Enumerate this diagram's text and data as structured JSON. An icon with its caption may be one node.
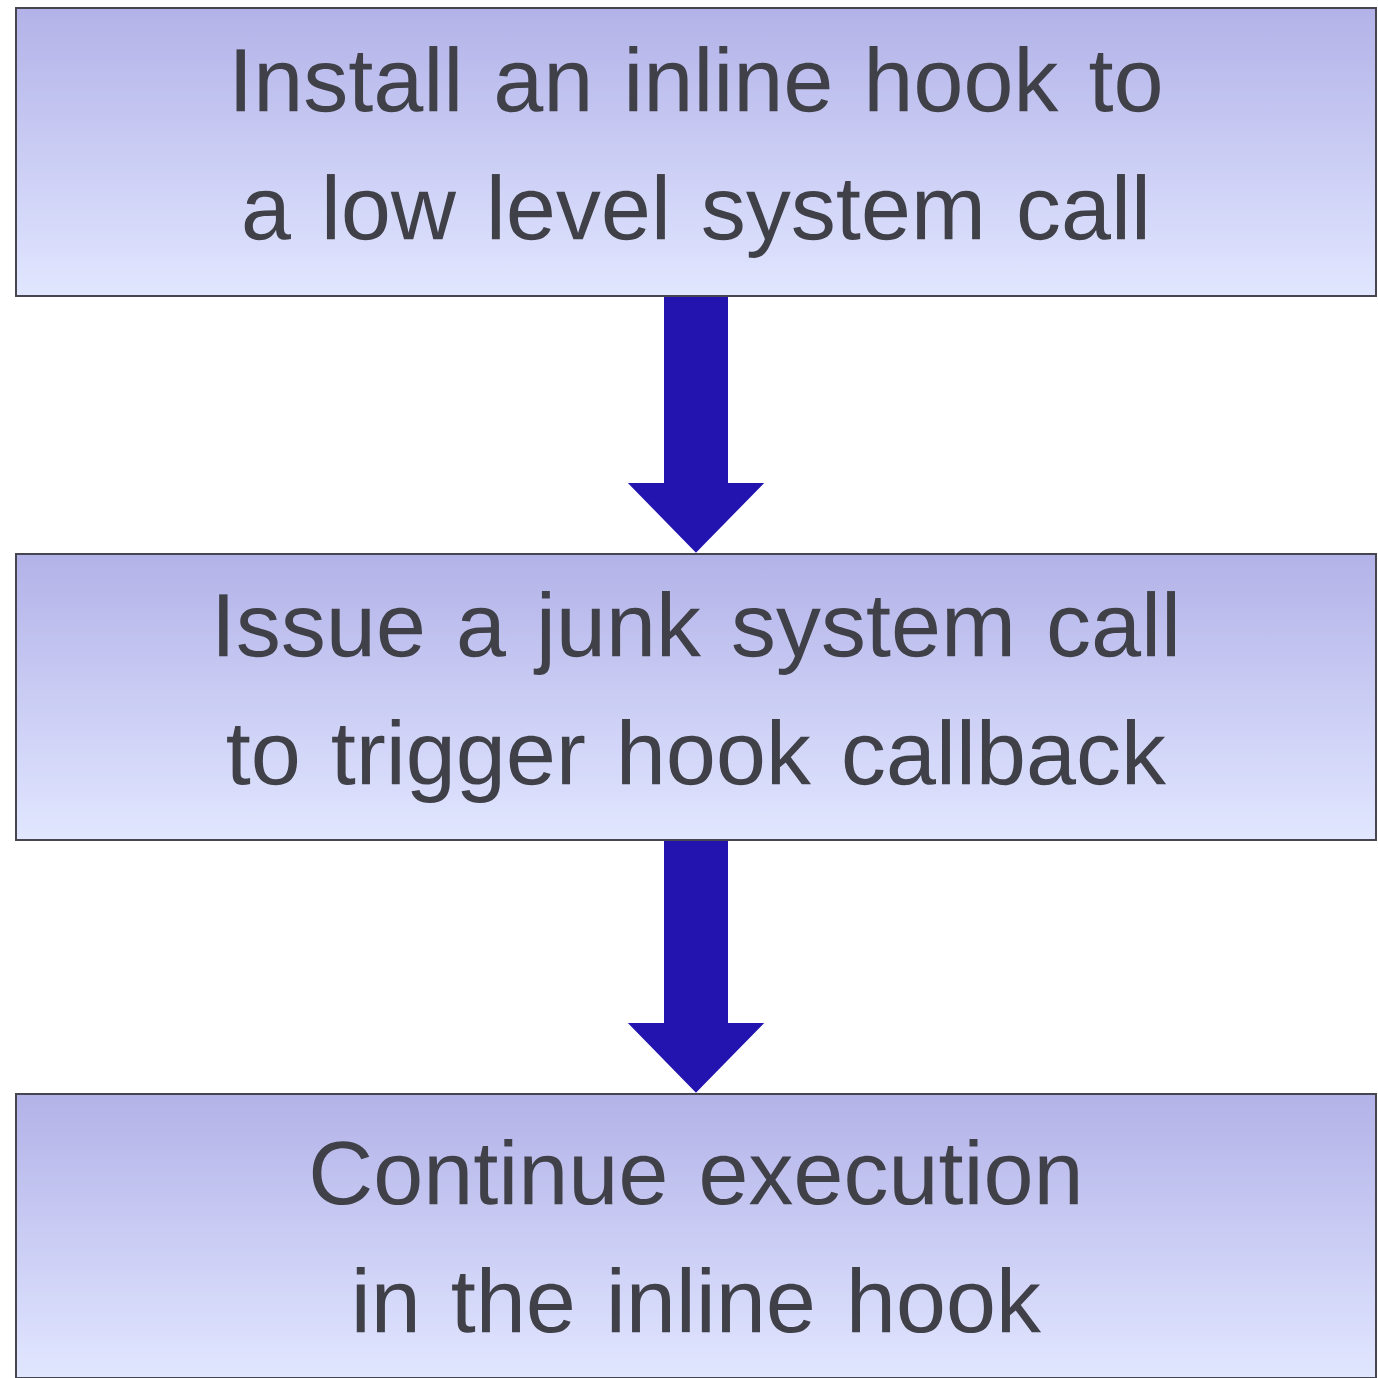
{
  "diagram": {
    "nodes": [
      {
        "text": [
          "Install an inline hook to a low level system call"
        ]
      },
      {
        "text": [
          "Issue a junk system call to trigger hook callback"
        ]
      },
      {
        "text": [
          "Continue execution in the inline hook"
        ]
      }
    ],
    "edges": [
      {
        "from": 0,
        "to": 1,
        "arrow": "to"
      },
      {
        "from": 1,
        "to": 2,
        "arrow": "to"
      }
    ]
  }
}
